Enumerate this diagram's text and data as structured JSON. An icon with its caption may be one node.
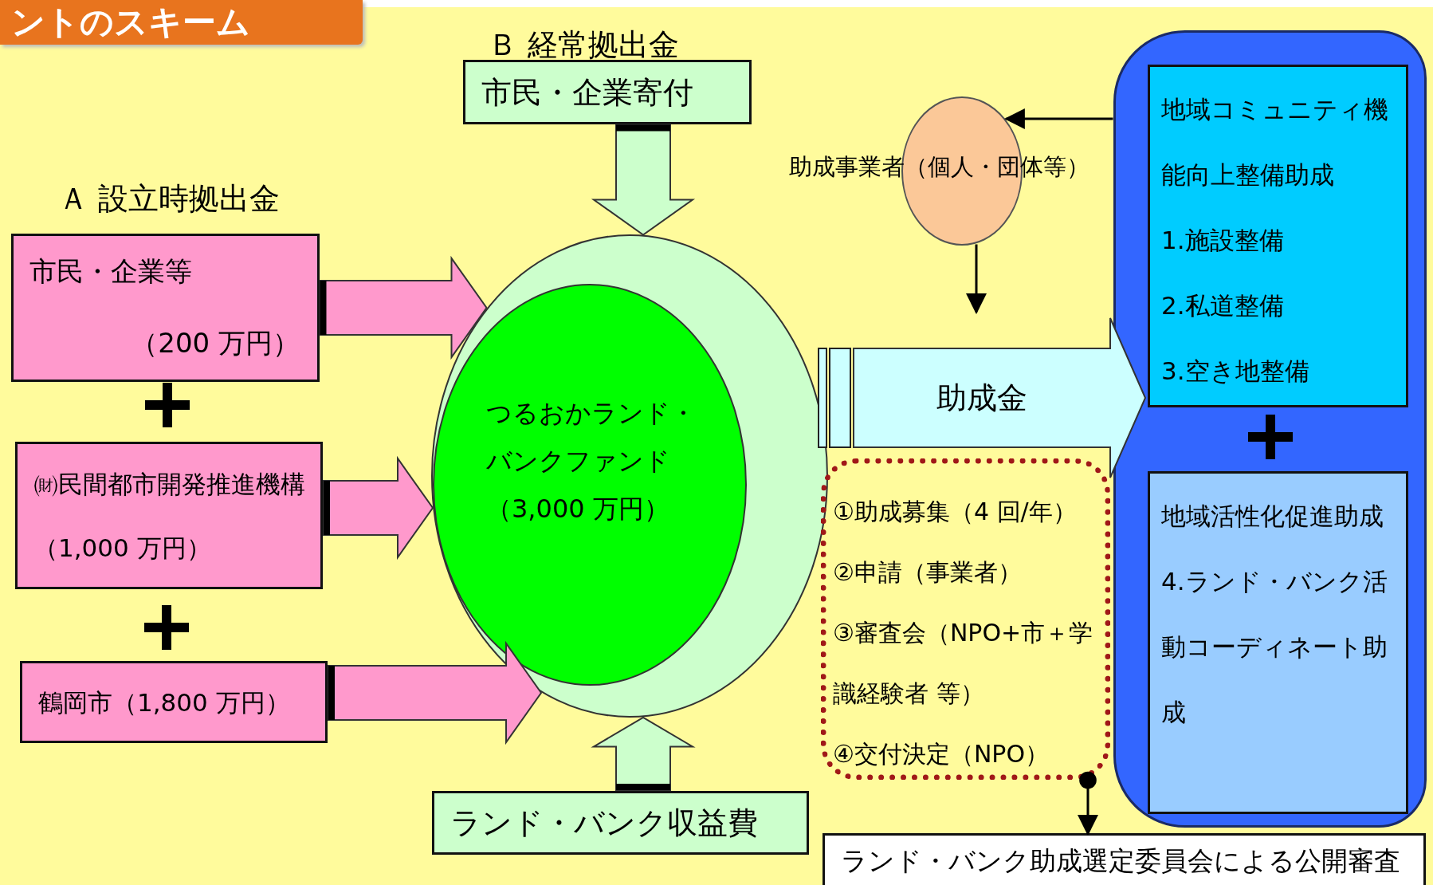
{
  "diagram": {
    "title": "ントのスキーム",
    "nodes": [
      {
        "text": [
          "市民・企業等",
          "（200 万円）"
        ],
        "beside": [
          "Ａ 設立時拠出金"
        ]
      },
      {
        "text": [
          "㈶民間都市開発推進機構（1,000 万円）"
        ]
      },
      {
        "text": [
          "鶴岡市（1,800 万円）"
        ]
      },
      {
        "text": [
          "市民・企業寄付"
        ]
      },
      {
        "text": [
          "つるおかランド・バンクファンド（3,000 万円）"
        ]
      },
      {
        "text": [
          "ランド・バンク収益費"
        ]
      },
      {
        "text": [
          "助成事業者（個人・団体等）"
        ]
      },
      {
        "text": [
          "①助成募集（4 回/年）",
          "②申請（事業者）",
          "③審査会（NPO+市＋学識経験者 等）",
          "④交付決定（NPO）"
        ]
      },
      {
        "text": [],
        "shape": "box"
      },
      {
        "text": [
          "地域コミュニティ機能向上整備助成",
          "1.施設整備",
          "2.私道整備",
          "3.空き地整備"
        ],
        "in": 8
      },
      {
        "text": [
          "地域活性化促進助成",
          "4.ランド・バンク活動コーディネート助成"
        ],
        "in": 8
      },
      {
        "text": [
          "ランド・バンク助成選定委員会による公開審査"
        ]
      }
    ],
    "edges": [
      {
        "from": 0,
        "to": 4,
        "arrow": "to"
      },
      {
        "from": 1,
        "to": 4,
        "arrow": "to"
      },
      {
        "from": 2,
        "to": 4,
        "arrow": "to"
      },
      {
        "from": 3,
        "to": 4,
        "arrow": "to"
      },
      {
        "from": 5,
        "to": 4,
        "arrow": "to"
      },
      {
        "from": 8,
        "to": 6,
        "arrow": "to"
      },
      {
        "from": 6,
        "to": null,
        "arrow": "to"
      },
      {
        "from": 7,
        "to": 11,
        "arrow": "to"
      },
      {
        "from": 4,
        "to": 9,
        "arrow": "to",
        "label": "助成金"
      }
    ],
    "labels": [
      "Ｂ 経常拠出金"
    ]
  }
}
